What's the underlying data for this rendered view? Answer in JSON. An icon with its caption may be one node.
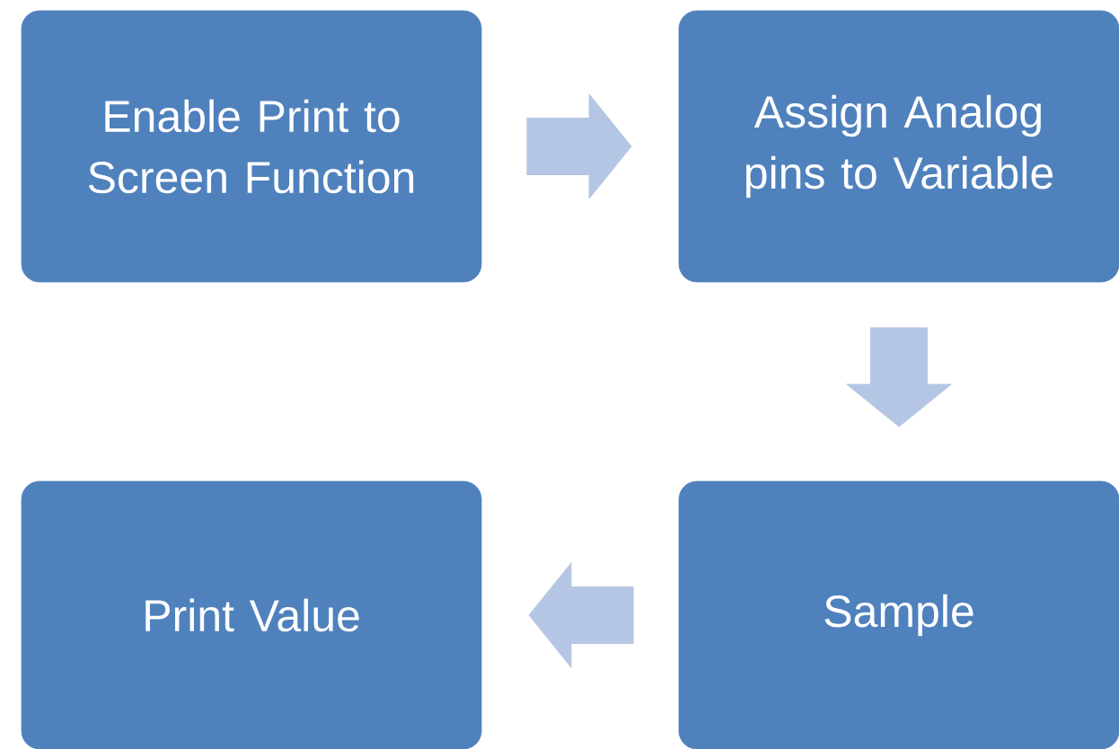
{
  "diagram": {
    "nodes": [
      {
        "text": [
          "Enable Print to Screen Function"
        ]
      },
      {
        "text": [
          "Assign Analog pins to Variable"
        ]
      },
      {
        "text": [
          "Sample"
        ]
      },
      {
        "text": [
          "Print Value"
        ]
      }
    ],
    "edges": [
      {
        "from": 0,
        "to": 1,
        "arrow": "to"
      },
      {
        "from": 1,
        "to": 2,
        "arrow": "to"
      },
      {
        "from": 2,
        "to": 3,
        "arrow": "to"
      }
    ]
  }
}
